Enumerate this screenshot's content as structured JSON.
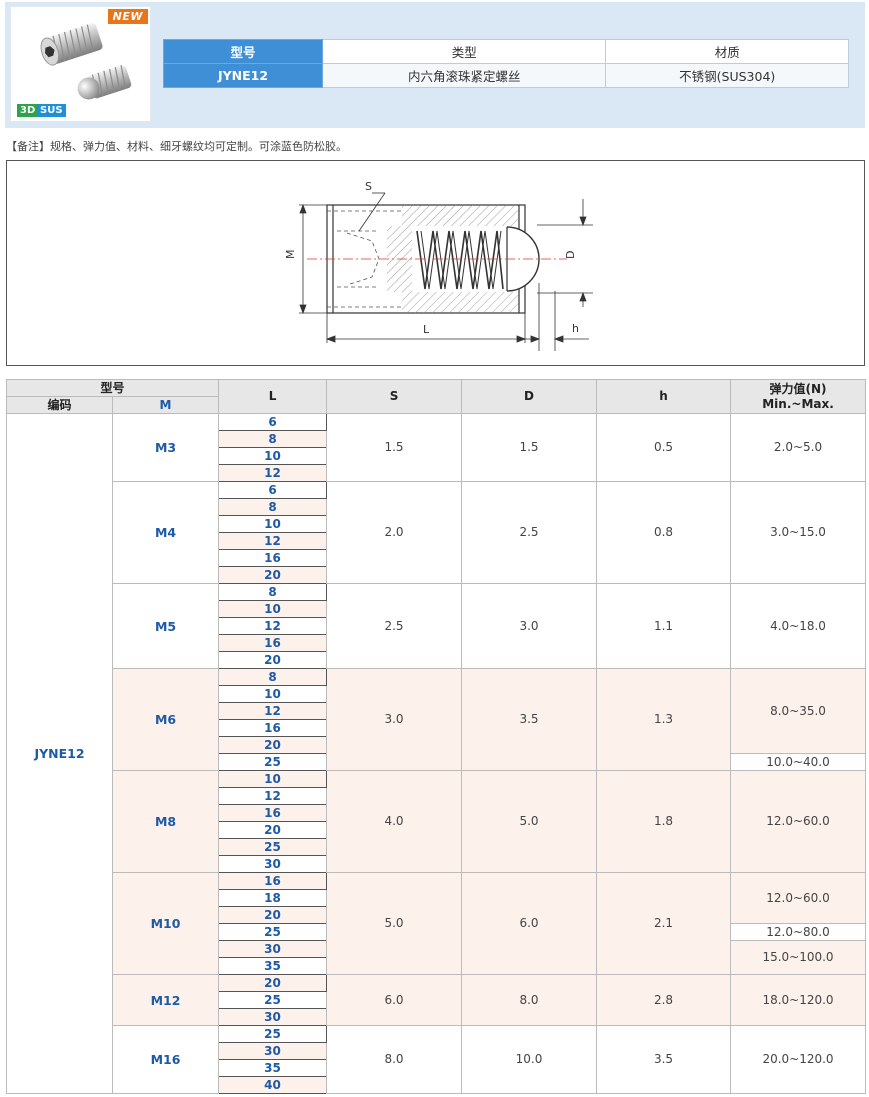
{
  "header": {
    "badge": "NEW",
    "tags": [
      "3D",
      "SUS"
    ],
    "labels": {
      "model": "型号",
      "type": "类型",
      "material": "材质"
    },
    "values": {
      "model": "JYNE12",
      "type": "内六角滚珠紧定螺丝",
      "material": "不锈钢(SUS304)"
    }
  },
  "note": "【备注】规格、弹力值、材料、细牙螺纹均可定制。可涂蓝色防松胶。",
  "diagram": {
    "labels": {
      "s": "S",
      "m": "M",
      "d": "D",
      "l": "L",
      "h": "h"
    }
  },
  "table": {
    "headers": {
      "model": "型号",
      "code": "编码",
      "m": "M",
      "l": "L",
      "s": "S",
      "d": "D",
      "h": "h",
      "force_line1": "弹力值(N)",
      "force_line2": "Min.~Max."
    },
    "code": "JYNE12",
    "groups": [
      {
        "m": "M3",
        "s": "1.5",
        "d": "1.5",
        "h": "0.5",
        "lengths": [
          "6",
          "8",
          "10",
          "12"
        ],
        "forces": [
          {
            "value": "2.0~5.0",
            "rows": 4
          }
        ]
      },
      {
        "m": "M4",
        "s": "2.0",
        "d": "2.5",
        "h": "0.8",
        "lengths": [
          "6",
          "8",
          "10",
          "12",
          "16",
          "20"
        ],
        "forces": [
          {
            "value": "3.0~15.0",
            "rows": 6
          }
        ]
      },
      {
        "m": "M5",
        "s": "2.5",
        "d": "3.0",
        "h": "1.1",
        "lengths": [
          "8",
          "10",
          "12",
          "16",
          "20"
        ],
        "forces": [
          {
            "value": "4.0~18.0",
            "rows": 5
          }
        ]
      },
      {
        "m": "M6",
        "s": "3.0",
        "d": "3.5",
        "h": "1.3",
        "lengths": [
          "8",
          "10",
          "12",
          "16",
          "20",
          "25"
        ],
        "forces": [
          {
            "value": "8.0~35.0",
            "rows": 5
          },
          {
            "value": "10.0~40.0",
            "rows": 1
          }
        ]
      },
      {
        "m": "M8",
        "s": "4.0",
        "d": "5.0",
        "h": "1.8",
        "lengths": [
          "10",
          "12",
          "16",
          "20",
          "25",
          "30"
        ],
        "forces": [
          {
            "value": "12.0~60.0",
            "rows": 6
          }
        ]
      },
      {
        "m": "M10",
        "s": "5.0",
        "d": "6.0",
        "h": "2.1",
        "lengths": [
          "16",
          "18",
          "20",
          "25",
          "30",
          "35"
        ],
        "forces": [
          {
            "value": "12.0~60.0",
            "rows": 3
          },
          {
            "value": "12.0~80.0",
            "rows": 1
          },
          {
            "value": "15.0~100.0",
            "rows": 2
          }
        ]
      },
      {
        "m": "M12",
        "s": "6.0",
        "d": "8.0",
        "h": "2.8",
        "lengths": [
          "20",
          "25",
          "30"
        ],
        "forces": [
          {
            "value": "18.0~120.0",
            "rows": 3
          }
        ]
      },
      {
        "m": "M16",
        "s": "8.0",
        "d": "10.0",
        "h": "3.5",
        "lengths": [
          "25",
          "30",
          "35",
          "40"
        ],
        "forces": [
          {
            "value": "20.0~120.0",
            "rows": 4
          }
        ]
      }
    ]
  }
}
